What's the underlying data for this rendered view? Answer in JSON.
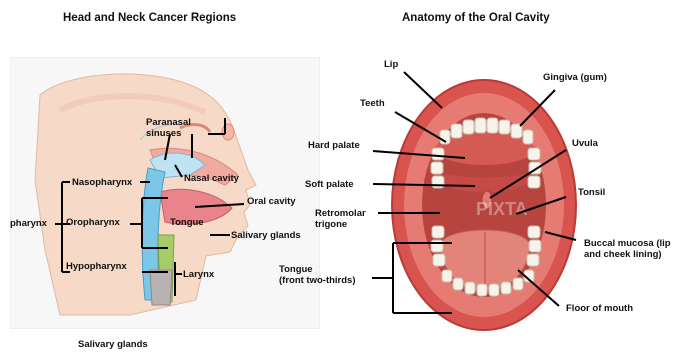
{
  "left_title": "Head and Neck Cancer Regions",
  "right_title": "Anatomy of the Oral Cavity",
  "left_labels": {
    "paranasal_sinuses": "Paranasal\nsinuses",
    "nasal_cavity": "Nasal cavity",
    "nasopharynx": "Nasopharynx",
    "oral_cavity": "Oral cavity",
    "pharynx": "pharynx",
    "oropharynx": "Oropharynx",
    "tongue": "Tongue",
    "salivary_glands_inner": "Salivary glands",
    "hypopharynx": "Hypopharynx",
    "larynx": "Larynx",
    "salivary_glands_caption": "Salivary glands"
  },
  "right_labels": {
    "lip": "Lip",
    "gingiva": "Gingiva (gum)",
    "teeth": "Teeth",
    "uvula": "Uvula",
    "hard_palate": "Hard palate",
    "soft_palate": "Soft palate",
    "tonsil": "Tonsil",
    "retromolar_trigone": "Retromolar\ntrigone",
    "buccal_mucosa": "Buccal mucosa (lip\nand cheek lining)",
    "tongue_front": "Tongue\n(front two-thirds)",
    "floor_of_mouth": "Floor of mouth"
  },
  "watermark": "PIXTA"
}
